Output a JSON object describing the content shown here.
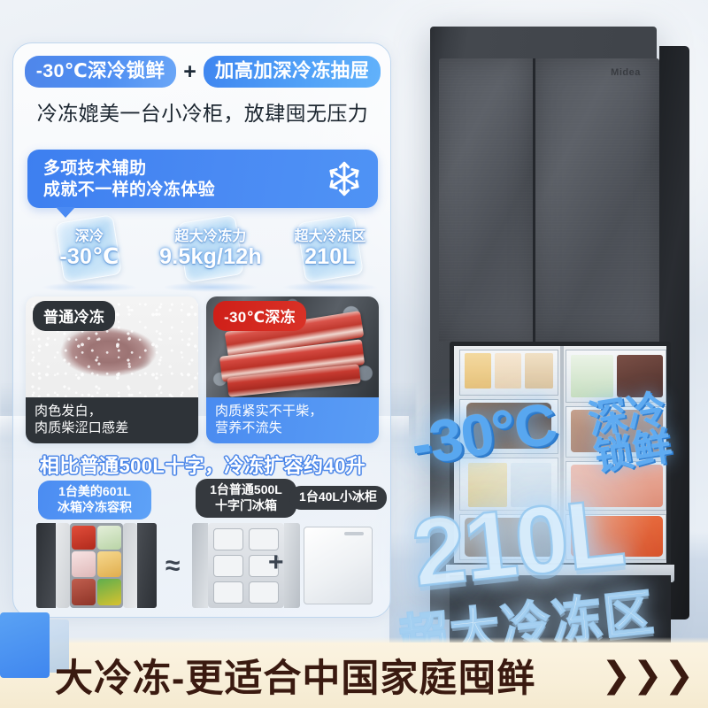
{
  "colors": {
    "accent_blue": "#4a8af3",
    "deep_blue": "#3d7ff0",
    "badge_red": "#cf1f18",
    "badge_dark": "#2e3338",
    "banner_bg": "#f8efd9",
    "banner_text": "#3a1a10",
    "ice_blue": "#58a7f0"
  },
  "header": {
    "pill_left": "-30℃深冷锁鲜",
    "plus": "+",
    "pill_right": "加高加深冷冻抽屉",
    "subtitle": "冷冻媲美一台小冷柜，放肆囤无压力"
  },
  "callout": {
    "text": "多项技术辅助\n成就不一样的冷冻体验",
    "icon": "snowflake-icon"
  },
  "stats": [
    {
      "small": "深冷",
      "big": "-30℃"
    },
    {
      "small": "超大冷冻力",
      "big": "9.5kg/12h"
    },
    {
      "small": "超大冷冻区",
      "big": "210L"
    }
  ],
  "comparison": [
    {
      "badge": "普通冷冻",
      "caption": "肉色发白，\n肉质柴涩口感差",
      "style": "plain"
    },
    {
      "badge": "-30℃深冻",
      "caption": "肉质紧实不干柴，\n营养不流失",
      "style": "deep"
    }
  ],
  "capacity": {
    "title": "相比普通500L十字，冷冻扩容约40升",
    "items": [
      {
        "label": "1台美的601L\n冰箱冷冻容积",
        "label_style": "blue"
      },
      {
        "label": "1台普通500L\n十字门冰箱",
        "label_style": "dark"
      },
      {
        "label": "1台40L小冰柜",
        "label_style": "dark"
      }
    ],
    "operators": [
      "≈",
      "+"
    ]
  },
  "product": {
    "brand": "Midea",
    "ice_temp": "-30°C",
    "ice_suffix": "深冷\n锁鲜",
    "ice_volume": "210L",
    "ice_caption": "超大冷冻区"
  },
  "banner": {
    "text": "大冷冻-更适合中国家庭囤鲜",
    "chevrons": [
      "❯",
      "❯",
      "❯"
    ]
  }
}
